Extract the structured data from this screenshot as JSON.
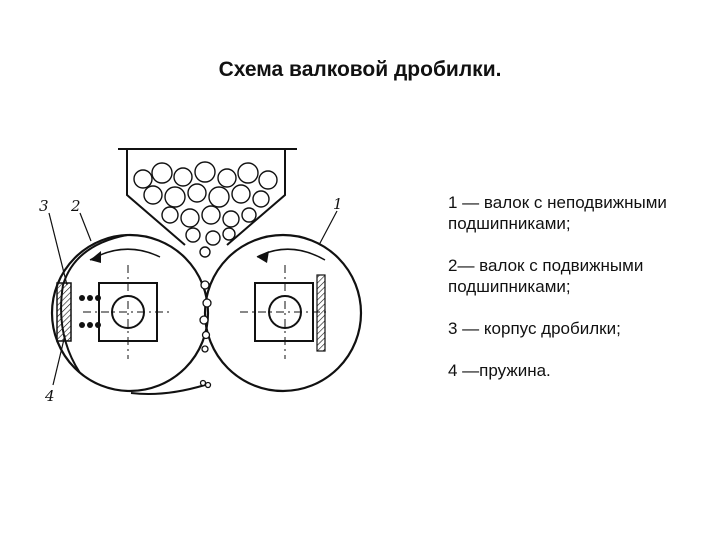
{
  "title": "Схема валковой дробилки.",
  "callouts": [
    "3",
    "2",
    "1",
    "4"
  ],
  "legend": [
    {
      "line1": "1 — валок с неподвижными",
      "line2": "подшипниками;"
    },
    {
      "line1": "2— валок с подвижными",
      "line2": "подшипниками;"
    },
    {
      "line1": "3 — корпус дробилки;",
      "line2": ""
    },
    {
      "line1": "4 —пружина.",
      "line2": ""
    }
  ]
}
